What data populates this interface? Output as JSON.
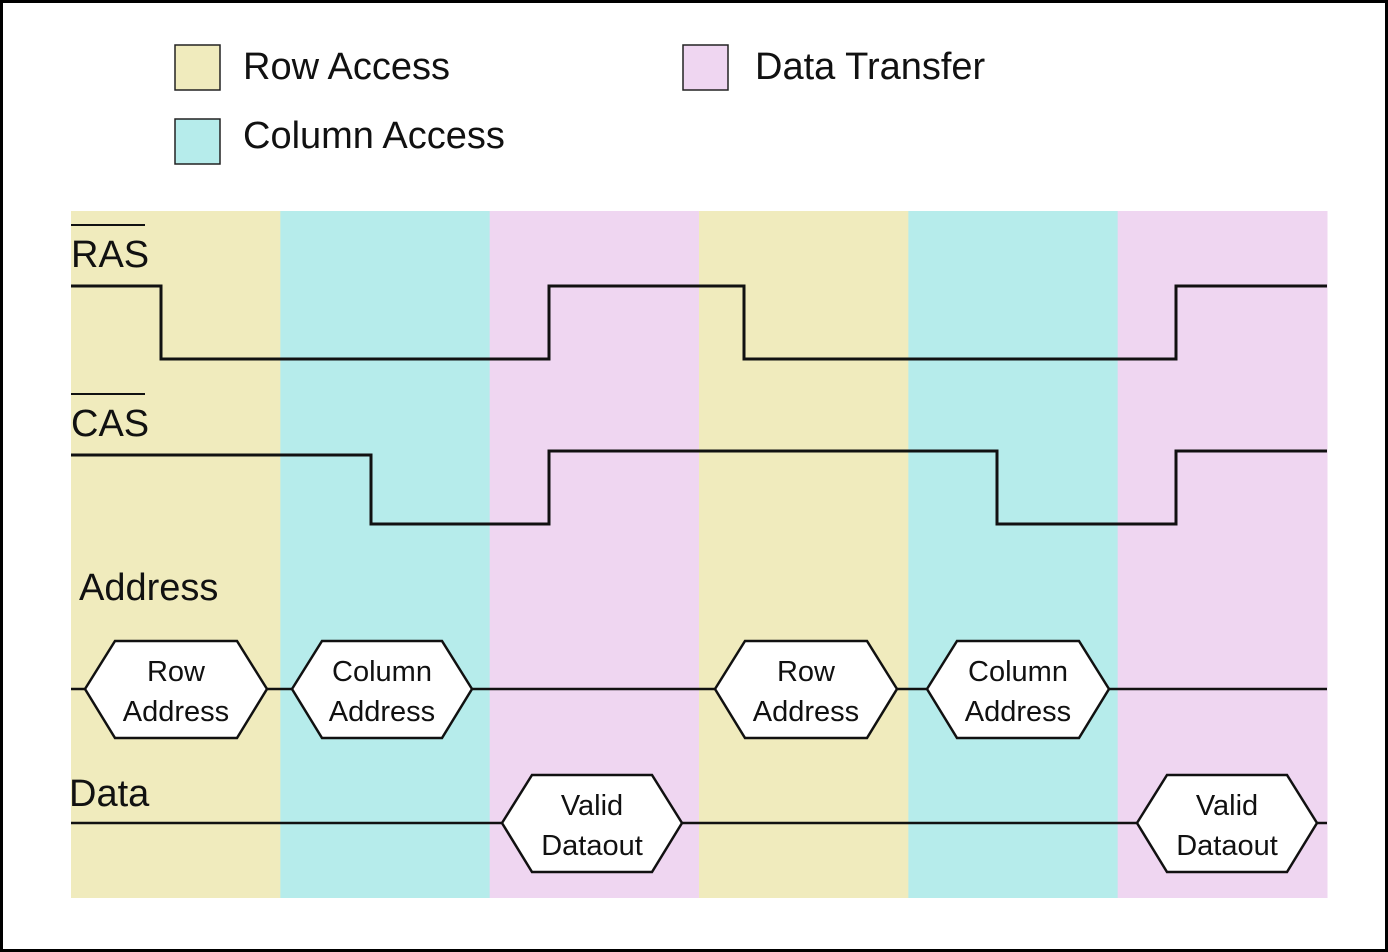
{
  "legend": {
    "row_access": {
      "label": "Row Access",
      "color": "#f0ebbd"
    },
    "data_transfer": {
      "label": "Data Transfer",
      "color": "#efd6f1"
    },
    "column_access": {
      "label": "Column Access",
      "color": "#b6eceb"
    }
  },
  "phases": [
    "row_access",
    "column_access",
    "data_transfer",
    "row_access",
    "column_access",
    "data_transfer"
  ],
  "signals": {
    "ras": {
      "label": "RAS",
      "active_low": true
    },
    "cas": {
      "label": "CAS",
      "active_low": true
    },
    "address": {
      "label": "Address"
    },
    "data": {
      "label": "Data"
    }
  },
  "address_bus": [
    {
      "line1": "Row",
      "line2": "Address"
    },
    {
      "line1": "Column",
      "line2": "Address"
    },
    {
      "line1": "Row",
      "line2": "Address"
    },
    {
      "line1": "Column",
      "line2": "Address"
    }
  ],
  "data_bus": [
    {
      "line1": "Valid",
      "line2": "Dataout"
    },
    {
      "line1": "Valid",
      "line2": "Dataout"
    }
  ]
}
